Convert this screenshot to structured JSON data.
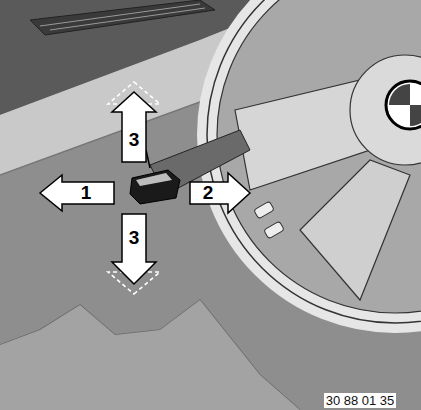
{
  "diagram": {
    "labels": [
      "3",
      "1",
      "2",
      "3",
      "30 88 01 35"
    ]
  }
}
